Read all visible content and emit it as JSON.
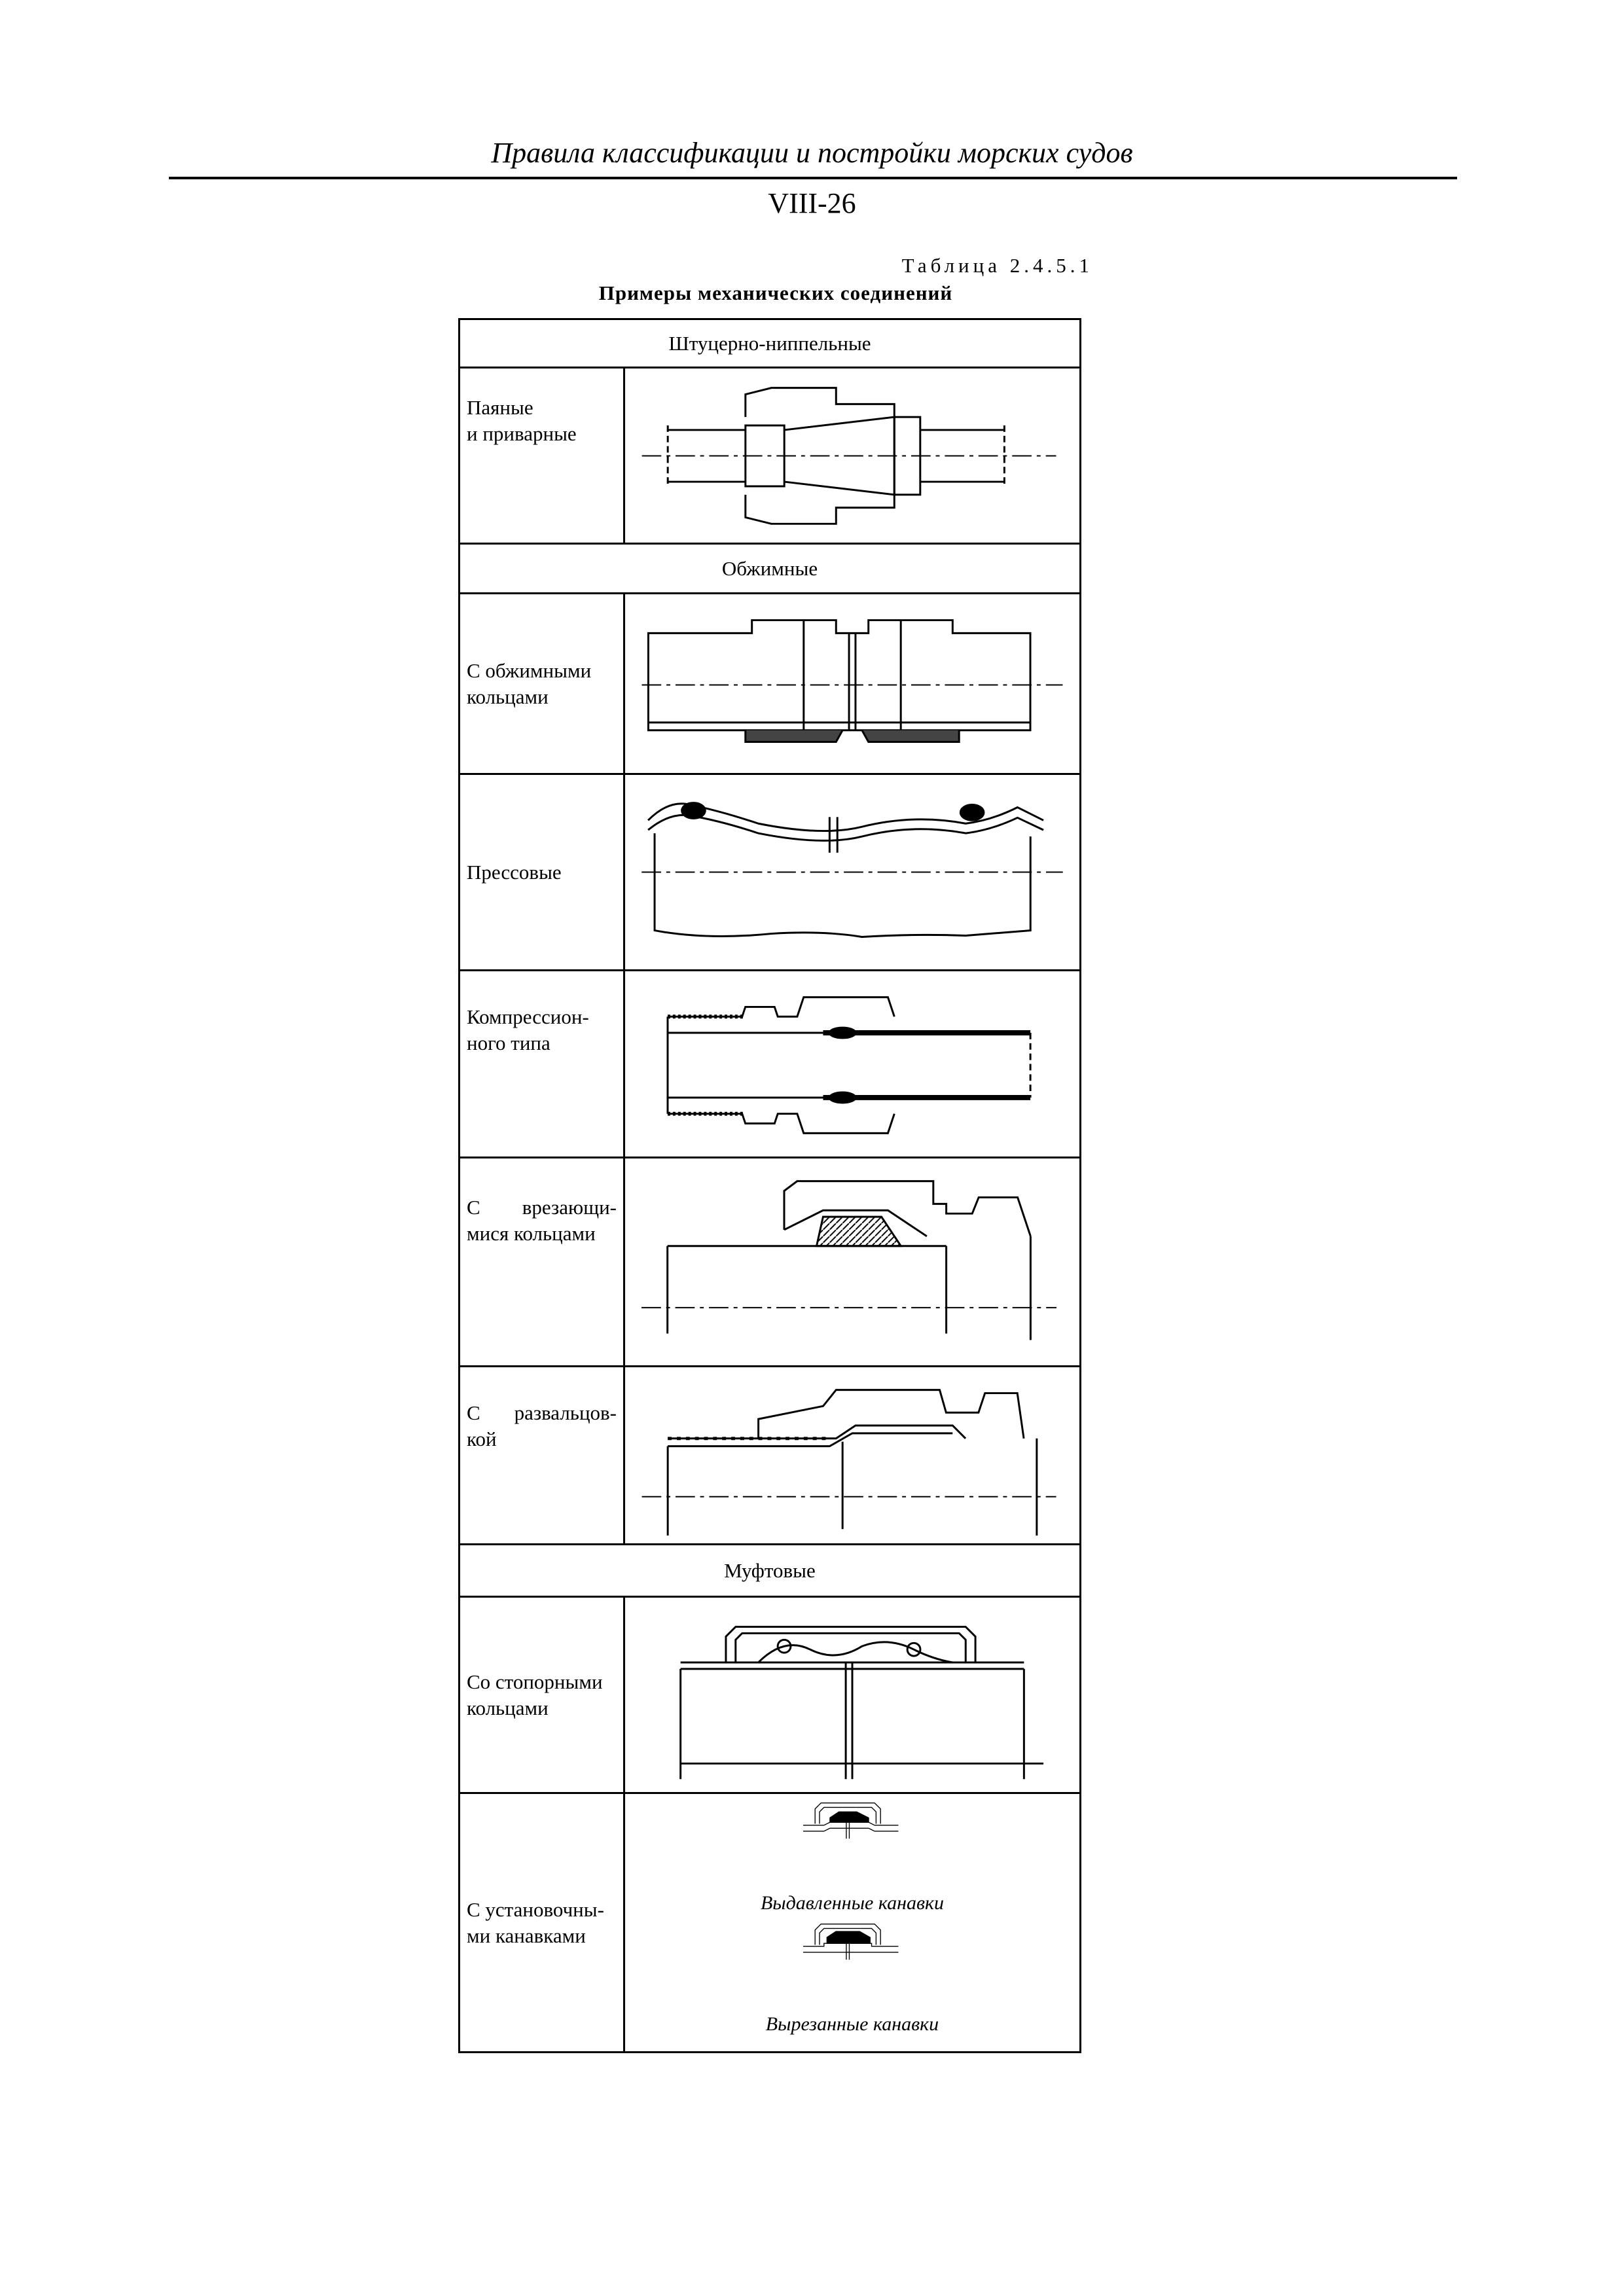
{
  "header": {
    "title": "Правила классификации и постройки морских судов",
    "page": "VIII-26"
  },
  "table": {
    "caption": "Таблица 2.4.5.1",
    "title": "Примеры механических соединений",
    "sections": {
      "s1": "Штуцерно-ниппельные",
      "s2": "Обжимные",
      "s3": "Муфтовые"
    },
    "rows": {
      "r1": {
        "l1": "Паяные",
        "l2": "и приварные"
      },
      "r2": {
        "l1": "С обжимными",
        "l2": "кольцами"
      },
      "r3": {
        "l1": "Прессовые"
      },
      "r4": {
        "l1": "Компрессион-",
        "l2": "ного типа"
      },
      "r5": {
        "l1": "С   врезающи-",
        "l2": "мися кольцами"
      },
      "r6": {
        "l1": "С   развальцов-",
        "l2": "кой"
      },
      "r7": {
        "l1": "Со стопорными",
        "l2": "кольцами"
      },
      "r8": {
        "l1": "С установочны-",
        "l2": "ми канавками",
        "cap1": "Выдавленные канавки",
        "cap2": "Вырезанные канавки"
      }
    }
  }
}
